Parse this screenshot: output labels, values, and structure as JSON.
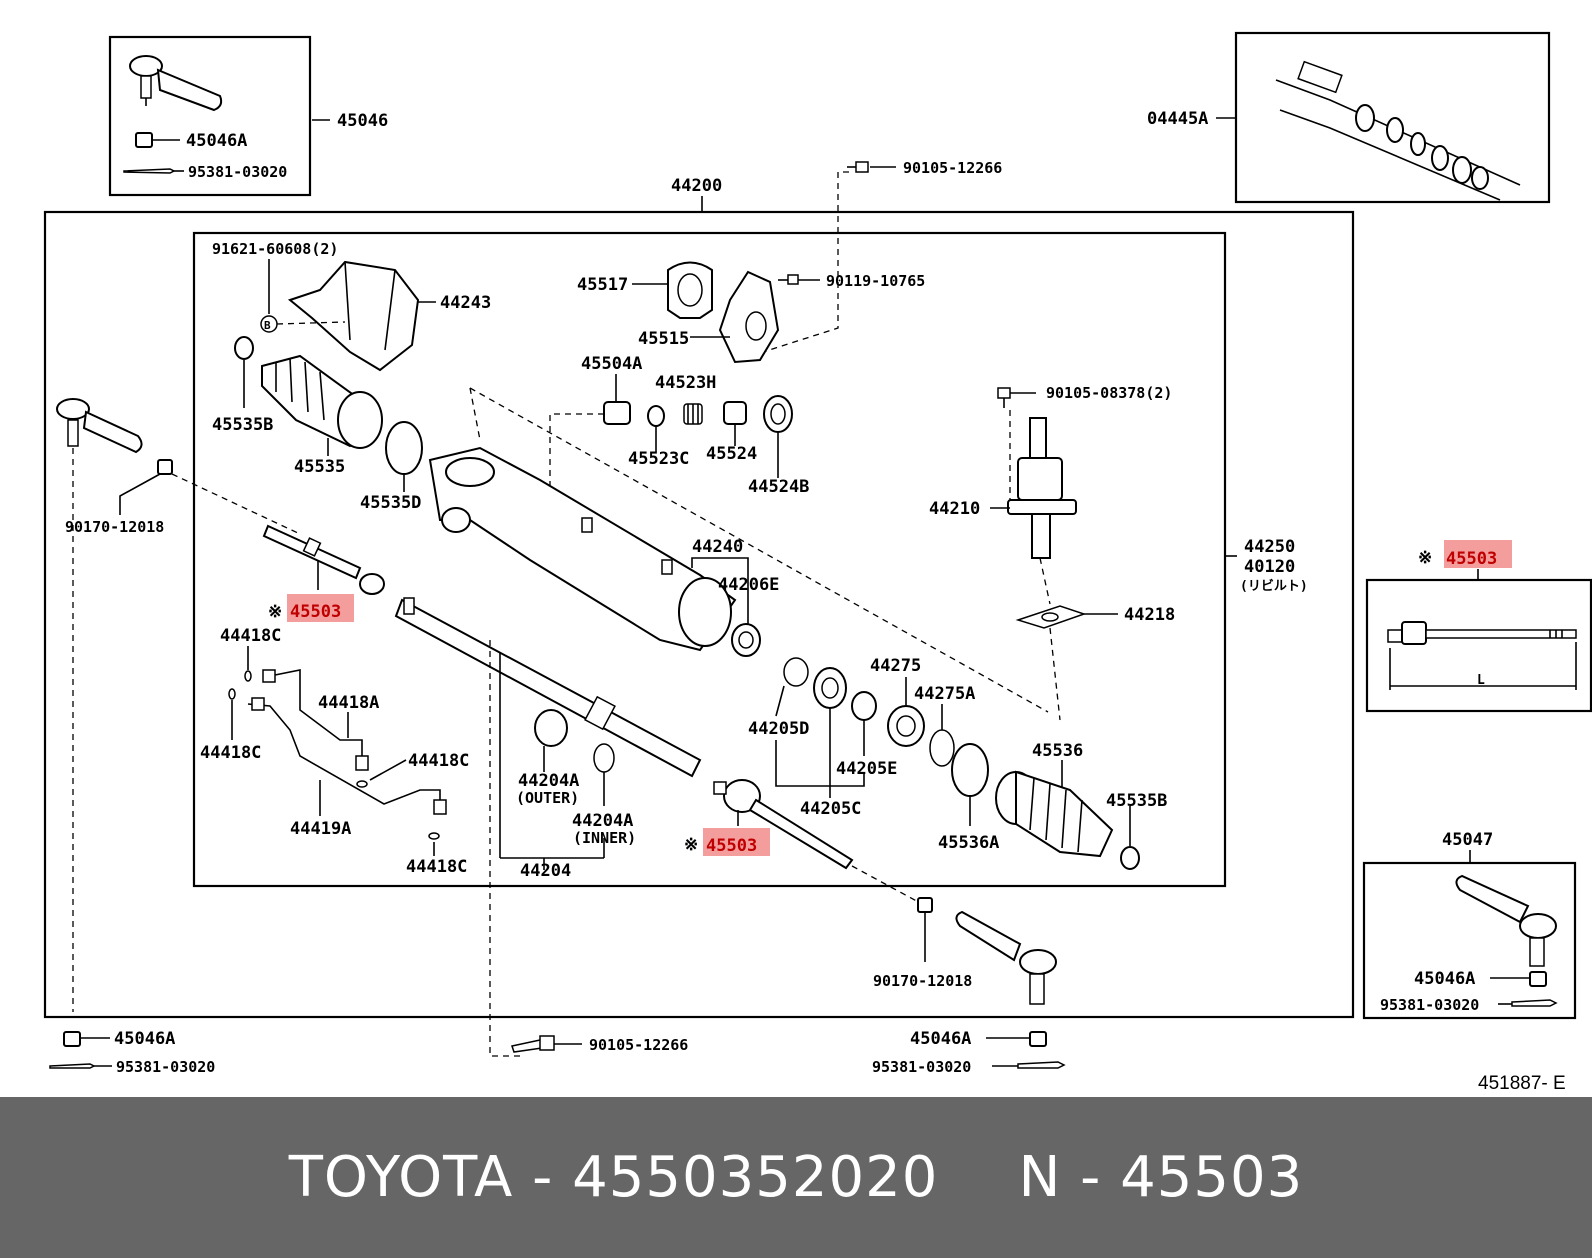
{
  "diagram": {
    "reference_code": "451887- E",
    "labels": {
      "l45046": "45046",
      "l45046a_tl": "45046A",
      "l95381_tl": "95381-03020",
      "l44200": "44200",
      "l90105_12266_top": "90105-12266",
      "l04445a": "04445A",
      "l91621": "91621-60608(2)",
      "l44243": "44243",
      "l45517": "45517",
      "l90119": "90119-10765",
      "l45515": "45515",
      "l45504a": "45504A",
      "l44523h": "44523H",
      "l90105_08378": "90105-08378(2)",
      "l45535b_l": "45535B",
      "l45535": "45535",
      "l45523c": "45523C",
      "l45524": "45524",
      "l44524b": "44524B",
      "l45535d": "45535D",
      "l44210": "44210",
      "l90170_l": "90170-12018",
      "l44240": "44240",
      "l44206e": "44206E",
      "l44250": "44250",
      "l40120": "40120",
      "l_rebuilt": "(リビルト)",
      "l45503_a": "45503",
      "l45503_b": "45503",
      "l45503_c": "45503",
      "mark_a": "※",
      "mark_b": "※",
      "mark_c": "※",
      "l44218": "44218",
      "l44418c_1": "44418C",
      "l44418a": "44418A",
      "l44418c_2": "44418C",
      "l44418c_3": "44418C",
      "l44418c_4": "44418C",
      "l44419a": "44419A",
      "l44275": "44275",
      "l44275a": "44275A",
      "l44205d": "44205D",
      "l44205e": "44205E",
      "l44205c": "44205C",
      "l44204a_outer": "44204A",
      "l_outer": "(OUTER)",
      "l44204a_inner": "44204A",
      "l_inner": "(INNER)",
      "l44204": "44204",
      "l45536": "45536",
      "l45535b_r": "45535B",
      "l45536a": "45536A",
      "l45047": "45047",
      "l45046a_r": "45046A",
      "l95381_r": "95381-03020",
      "l90170_r": "90170-12018",
      "l45046a_bl": "45046A",
      "l95381_bl": "95381-03020",
      "l90105_12266_bot": "90105-12266",
      "l45046a_bc": "45046A",
      "l95381_bc": "95381-03020",
      "l_dim": "L",
      "circle_b": "B"
    }
  },
  "footer": {
    "left": "TOYOTA - 4550352020",
    "right": "N - 45503"
  },
  "colors": {
    "highlight": "#f28c8c",
    "footer_bg": "#666666",
    "footer_text": "#ffffff"
  }
}
